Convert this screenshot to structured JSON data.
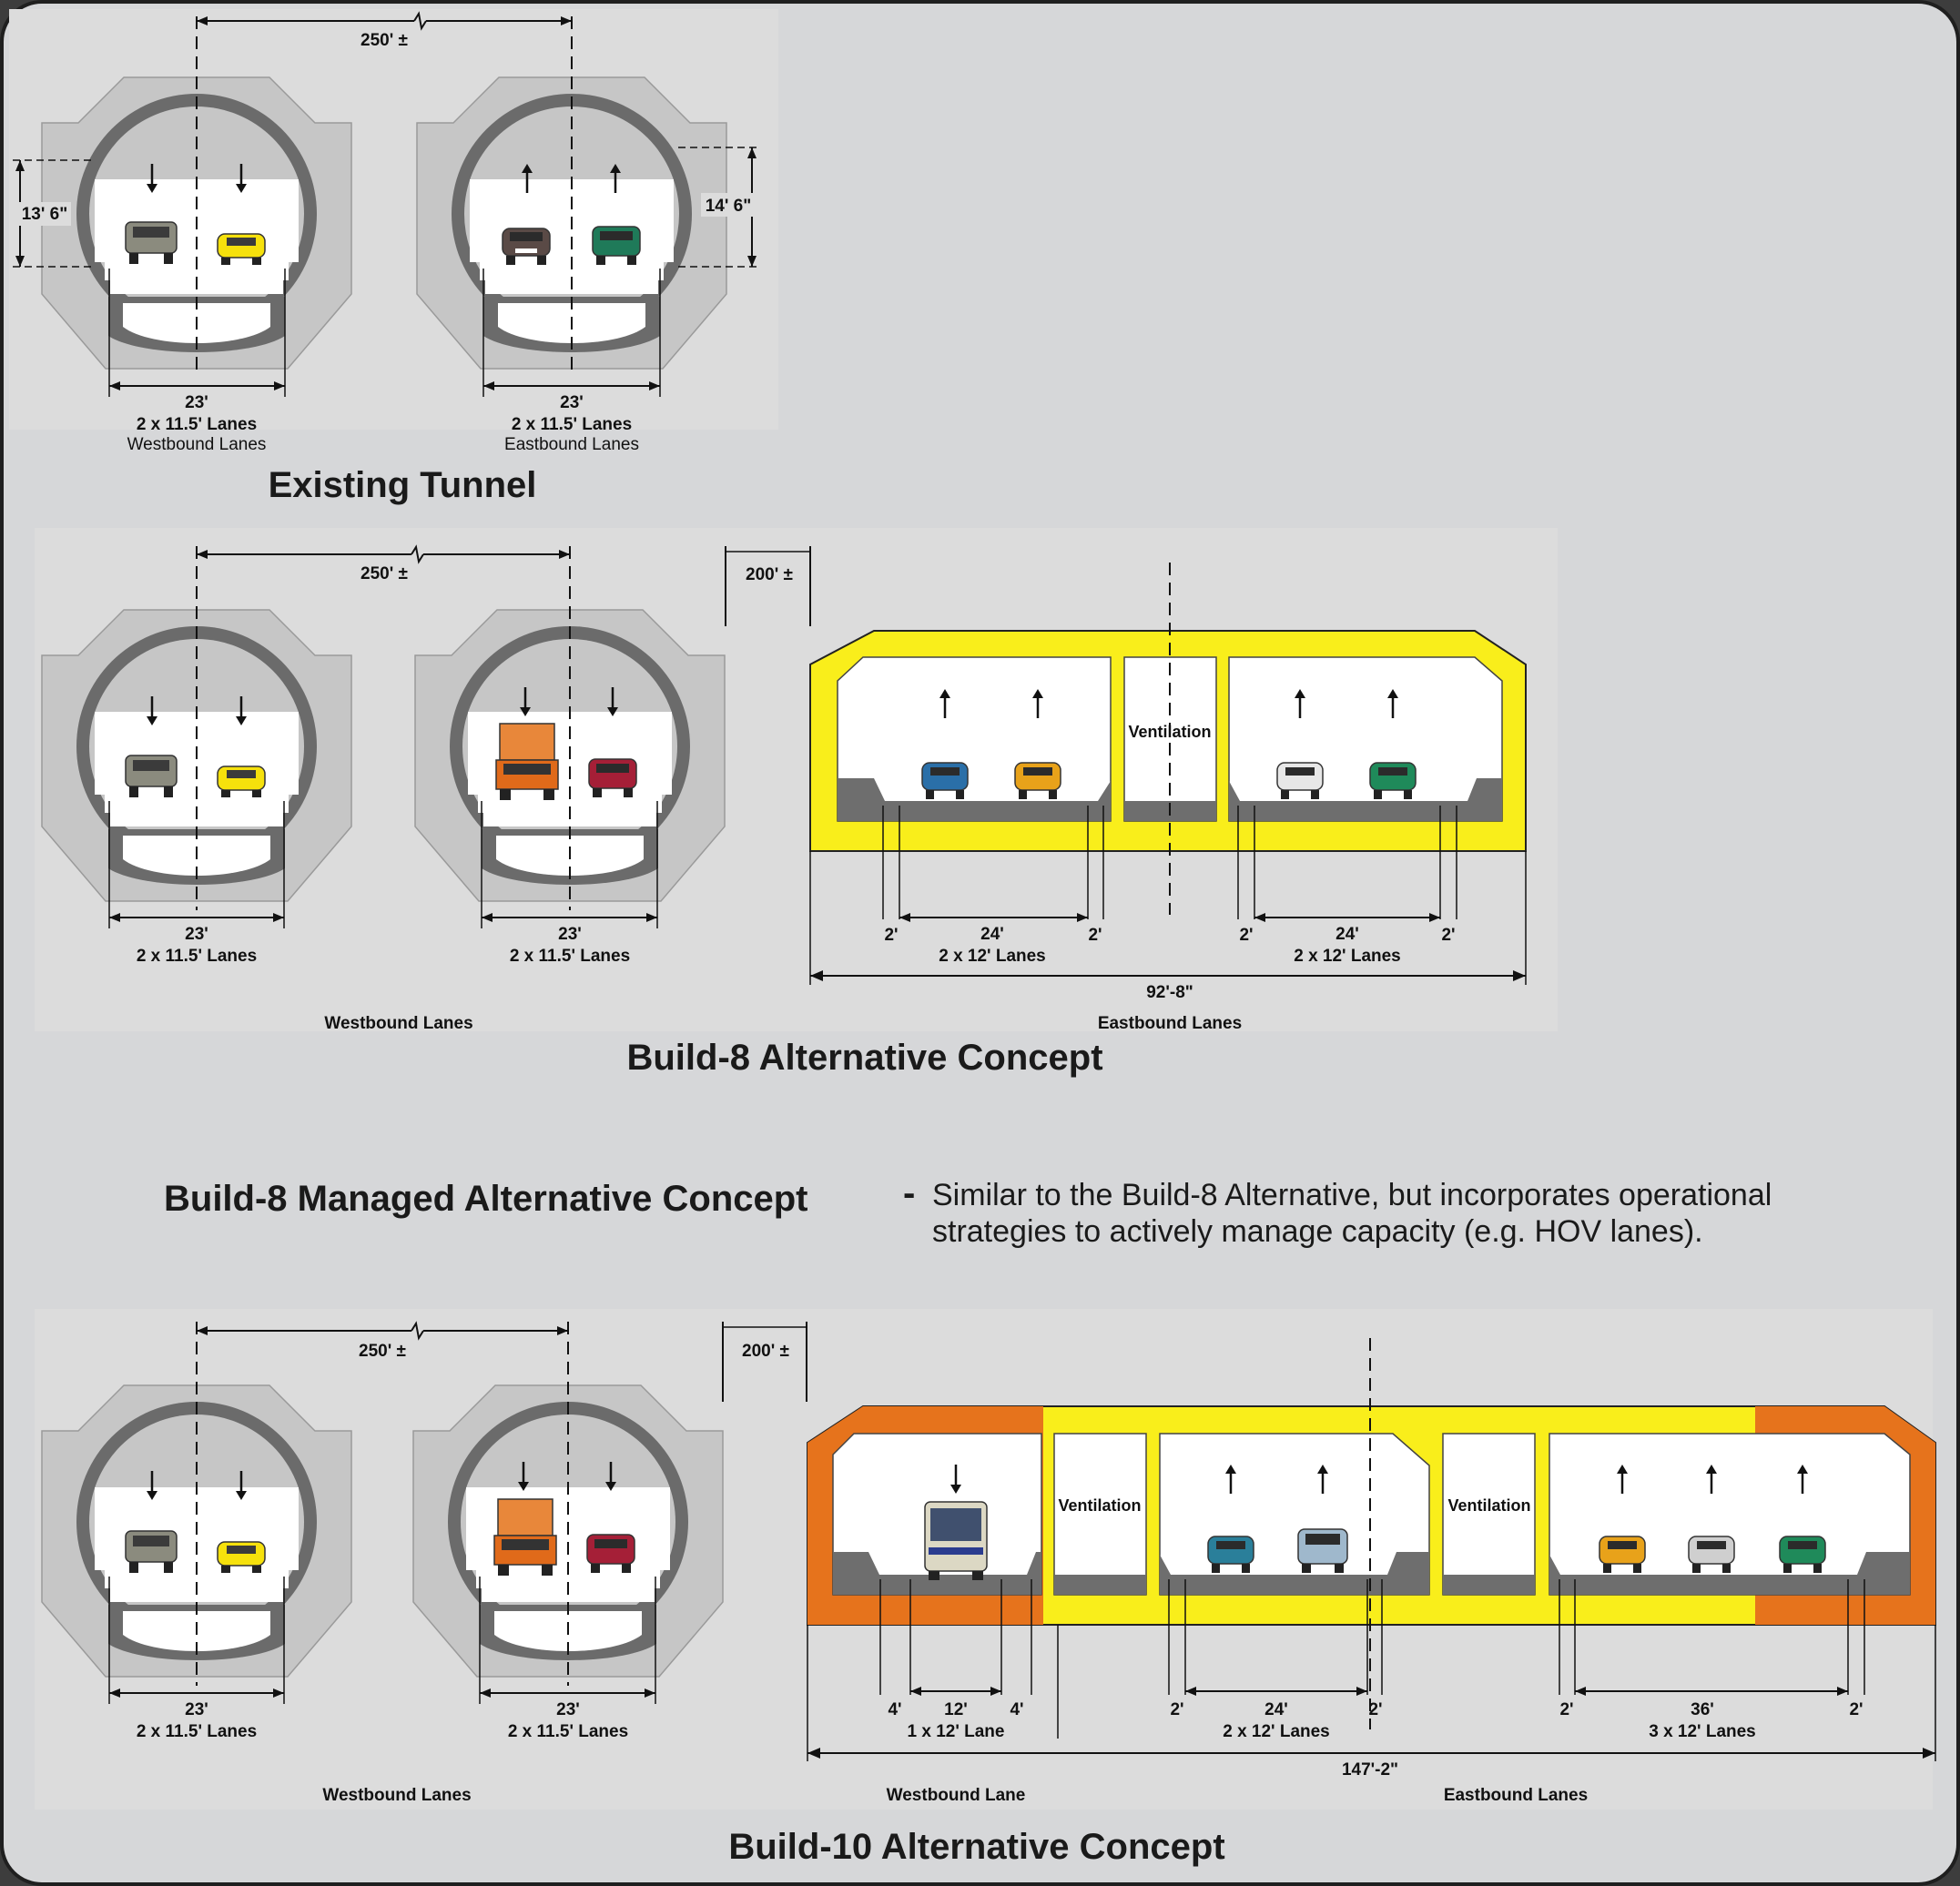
{
  "sections": {
    "existing": {
      "title": "Existing Tunnel",
      "spacing": "250' ±",
      "left_clearance": "13' 6\"",
      "right_clearance": "14' 6\"",
      "left_width": "23'",
      "left_lanes": "2 x 11.5' Lanes",
      "left_direction": "Westbound Lanes",
      "right_width": "23'",
      "right_lanes": "2 x 11.5' Lanes",
      "right_direction": "Eastbound Lanes"
    },
    "build8": {
      "title": "Build-8 Alternative Concept",
      "spacing": "250' ±",
      "offset": "200' ±",
      "bore1_width": "23'",
      "bore1_lanes": "2 x 11.5' Lanes",
      "bore2_width": "23'",
      "bore2_lanes": "2 x 11.5' Lanes",
      "westbound": "Westbound Lanes",
      "eastbound": "Eastbound Lanes",
      "ventilation": "Ventilation",
      "shoulder": "2'",
      "box1_width": "24'",
      "box1_lanes": "2 x 12' Lanes",
      "box2_width": "24'",
      "box2_lanes": "2 x 12' Lanes",
      "total_width": "92'-8\""
    },
    "managed": {
      "title": "Build-8 Managed Alternative Concept",
      "dash": "-",
      "desc_line1": "Similar to the Build-8 Alternative, but incorporates operational",
      "desc_line2": "strategies to actively manage capacity (e.g. HOV lanes)."
    },
    "build10": {
      "title": "Build-10 Alternative Concept",
      "spacing": "250' ±",
      "offset": "200' ±",
      "bore1_width": "23'",
      "bore1_lanes": "2 x 11.5' Lanes",
      "bore2_width": "23'",
      "bore2_lanes": "2 x 11.5' Lanes",
      "westbound_bores": "Westbound Lanes",
      "westbound_lane": "Westbound Lane",
      "eastbound": "Eastbound Lanes",
      "ventilation": "Ventilation",
      "wb_shoulder": "4'",
      "wb_width": "12'",
      "wb_lanes": "1 x 12' Lane",
      "shoulder": "2'",
      "eb1_width": "24'",
      "eb1_lanes": "2 x 12' Lanes",
      "eb2_width": "36'",
      "eb2_lanes": "3 x 12' Lanes",
      "total_width": "147'-2\""
    }
  },
  "colors": {
    "background": "#d6d7d9",
    "concrete": "#c6c6c6",
    "ring": "#6b6b6b",
    "yellow": "#f9ee1b",
    "orange": "#e6731c",
    "road": "#6e6e6e"
  }
}
